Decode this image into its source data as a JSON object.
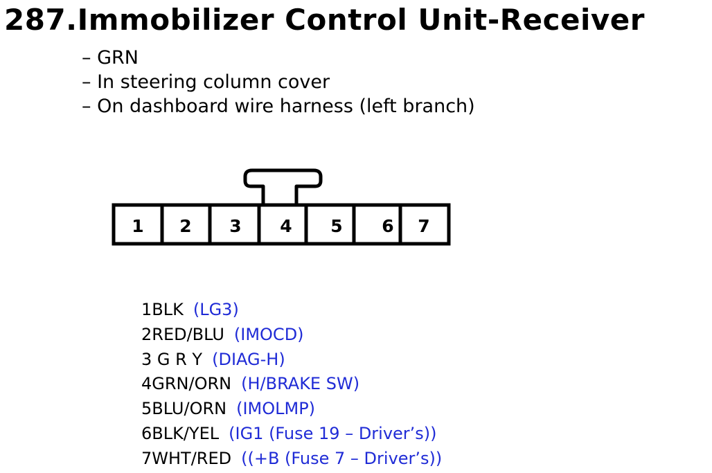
{
  "title": "287.Immobilizer Control Unit-Receiver",
  "notes": [
    "GRN",
    "In steering column cover",
    "On dashboard wire harness (left branch)"
  ],
  "connector": {
    "terminals": [
      "1",
      "2",
      "3",
      "4",
      "5",
      "6",
      "7"
    ]
  },
  "pins": [
    {
      "wire": "1BLK",
      "signal": "(LG3)"
    },
    {
      "wire": "2RED/BLU",
      "signal": "(IMOCD)"
    },
    {
      "wire": "3 G R Y",
      "signal": "(DIAG-H)"
    },
    {
      "wire": "4GRN/ORN",
      "signal": "(H/BRAKE SW)"
    },
    {
      "wire": "5BLU/ORN",
      "signal": "(IMOLMP)"
    },
    {
      "wire": "6BLK/YEL",
      "signal": "(IG1 (Fuse 19 – Driver’s))"
    },
    {
      "wire": "7WHT/RED",
      "signal": "((+B (Fuse 7 – Driver’s))"
    }
  ],
  "colors": {
    "text": "#000000",
    "signal": "#1f2bd6",
    "background": "#ffffff"
  }
}
